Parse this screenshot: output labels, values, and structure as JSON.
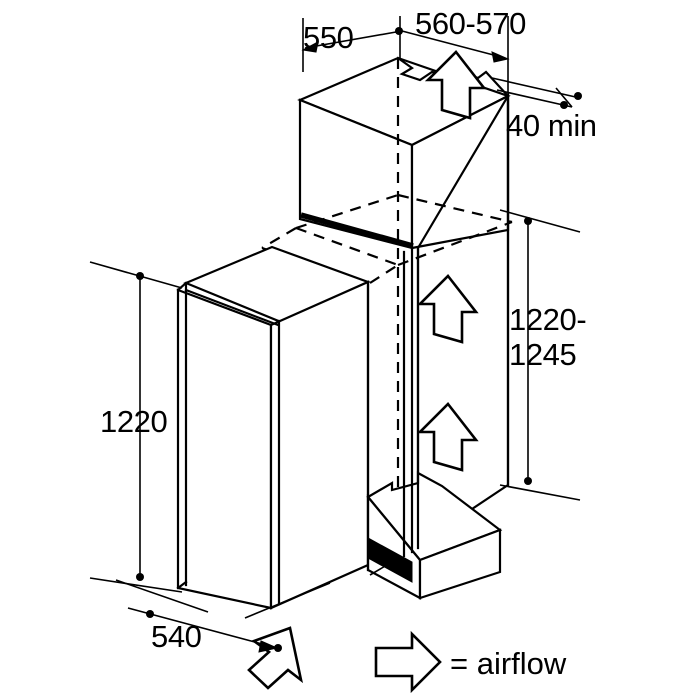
{
  "diagram": {
    "title": "Built-in refrigerator niche installation dimensions",
    "units": "mm",
    "stroke_color": "#000000",
    "background_color": "#ffffff"
  },
  "dimensions": {
    "niche_depth": "550",
    "niche_width": "560-570",
    "top_gap_min": "40 min",
    "niche_height": "1220-1245",
    "appliance_height": "1220",
    "appliance_depth": "540"
  },
  "legend": {
    "arrow_icon": "airflow-arrow-right",
    "equals": "=",
    "label": "airflow",
    "full_text": "= airflow"
  },
  "airflow_arrows": [
    {
      "name": "airflow-arrow-top",
      "direction": "up"
    },
    {
      "name": "airflow-arrow-cabinet-upper",
      "direction": "up"
    },
    {
      "name": "airflow-arrow-cabinet-lower",
      "direction": "up"
    },
    {
      "name": "airflow-arrow-base-intake",
      "direction": "up-right"
    }
  ]
}
